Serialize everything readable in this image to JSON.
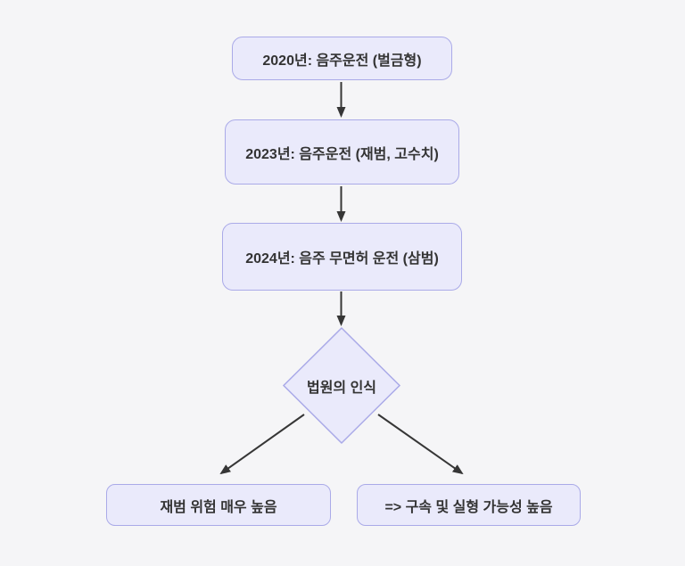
{
  "diagram": {
    "type": "flowchart",
    "direction": "top-down",
    "colors": {
      "page_bg": "#f5f5f7",
      "node_fill": "#eaeafb",
      "node_border": "#aaaae8",
      "node_text": "#333333",
      "arrow": "#363636"
    },
    "nodes": [
      {
        "id": "n2020",
        "shape": "rounded-rect",
        "label": "2020년: 음주운전 (벌금형)"
      },
      {
        "id": "n2023",
        "shape": "rounded-rect",
        "label": "2023년: 음주운전 (재범, 고수치)"
      },
      {
        "id": "n2024",
        "shape": "rounded-rect",
        "label": "2024년: 음주 무면허 운전 (삼범)"
      },
      {
        "id": "decision",
        "shape": "diamond",
        "label": "법원의 인식"
      },
      {
        "id": "risk",
        "shape": "rounded-rect",
        "label": "재범 위험 매우 높음"
      },
      {
        "id": "outcome",
        "shape": "rounded-rect",
        "label": "=> 구속 및 실형 가능성 높음"
      }
    ],
    "edges": [
      {
        "from": "n2020",
        "to": "n2023"
      },
      {
        "from": "n2023",
        "to": "n2024"
      },
      {
        "from": "n2024",
        "to": "decision"
      },
      {
        "from": "decision",
        "to": "risk"
      },
      {
        "from": "decision",
        "to": "outcome"
      }
    ]
  }
}
